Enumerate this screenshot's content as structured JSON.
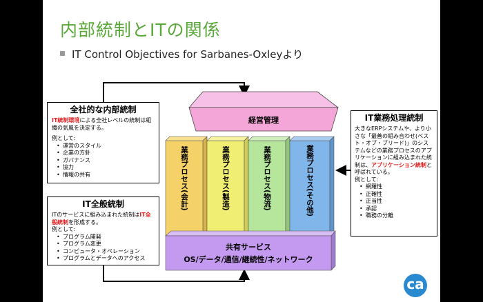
{
  "title": "内部統制とITの関係",
  "subtitle": "IT Control Objectives for Sarbanes-Oxleyより",
  "roof_label": "経営管理",
  "pillars": [
    {
      "label": "業務プロセス(会計)",
      "color": "#f5d268"
    },
    {
      "label": "業務プロセス(製造)",
      "color": "#f1ef73"
    },
    {
      "label": "業務プロセス(物流)",
      "color": "#b5e69c"
    },
    {
      "label": "業務プロセス(その他)",
      "color": "#80b6ea"
    }
  ],
  "base": {
    "line1": "共有サービス",
    "line2": "OS/データ/通信/継続性/ネットワーク"
  },
  "entity_box": {
    "title": "全社的な内部統制",
    "desc_red": "IT統制環境",
    "desc_rest": "による全社レベルの統制は組織の気風を決定する。",
    "examples_label": "例として:",
    "items": [
      "運営のスタイル",
      "企業の方針",
      "ガバナンス",
      "協力",
      "情報の共有"
    ]
  },
  "general_box": {
    "title": "IT全般統制",
    "desc_pre": "ITのサービスに組み込まれた統制は",
    "desc_red": "IT全般統制",
    "desc_post": "を形成する。",
    "examples_label": "例として:",
    "items": [
      "プログラム開発",
      "プログラム変更",
      "コンピュータ・オペレーション",
      "プログラムとデータへのアクセス"
    ]
  },
  "app_box": {
    "title": "IT業務処理統制",
    "desc_pre": "大きなERPシステムや、より小さな「最善の組み合わせ(ベスト・オブ・ブリード)」のシステムなどの業務プロセスのアプリケーションに組み込まれた統制は、",
    "desc_red": "アプリケーション統制",
    "desc_post": "と呼ばれている。",
    "examples_label": "例として:",
    "items": [
      "網羅性",
      "正確性",
      "正当性",
      "承認",
      "職務の分離"
    ]
  },
  "logo_text": "ca",
  "colors": {
    "title": "#5aa83a",
    "roof": "#f4a6d8",
    "base": "#c49af0",
    "red": "#e02020"
  }
}
